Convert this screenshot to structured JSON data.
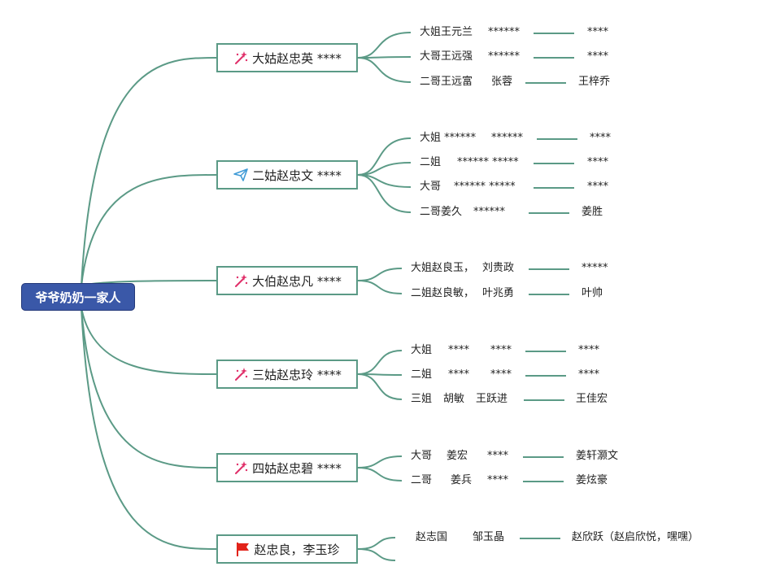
{
  "root": {
    "label": "爷爷奶奶一家人"
  },
  "branches": [
    {
      "label": "大姑赵忠英 ****",
      "icon": "magic-wand-icon",
      "leaves": [
        {
          "a": "大姐王元兰",
          "b": "******",
          "c": "****"
        },
        {
          "a": "大哥王远强",
          "b": "******",
          "c": "****"
        },
        {
          "a": "二哥王远富",
          "b": "张蓉",
          "c": "王梓乔"
        }
      ]
    },
    {
      "label": "二姑赵忠文 ****",
      "icon": "paper-plane-icon",
      "leaves": [
        {
          "a": "大姐 ******",
          "b": "******",
          "c": "****"
        },
        {
          "a": "二姐",
          "b": "****** *****",
          "c": "****"
        },
        {
          "a": "大哥",
          "b": "****** *****",
          "c": "****"
        },
        {
          "a": "二哥姜久",
          "b": "******",
          "c": "姜胜"
        }
      ]
    },
    {
      "label": "大伯赵忠凡 ****",
      "icon": "magic-wand-icon",
      "leaves": [
        {
          "a": "大姐赵良玉，",
          "b": "刘贵政",
          "c": "*****"
        },
        {
          "a": "二姐赵良敏，",
          "b": "叶兆勇",
          "c": "叶帅"
        }
      ]
    },
    {
      "label": "三姑赵忠玲 ****",
      "icon": "magic-wand-icon",
      "leaves": [
        {
          "a": "大姐",
          "b": "****",
          "b2": "****",
          "c": "****"
        },
        {
          "a": "二姐",
          "b": "****",
          "b2": "****",
          "c": "****"
        },
        {
          "a": "三姐",
          "b": "胡敏",
          "b2": "王跃进",
          "c": "王佳宏"
        }
      ]
    },
    {
      "label": "四姑赵忠碧 ****",
      "icon": "magic-wand-icon",
      "leaves": [
        {
          "a": "大哥",
          "b": "姜宏",
          "b2": "****",
          "c": "姜轩灏文"
        },
        {
          "a": "二哥",
          "b": "姜兵",
          "b2": "****",
          "c": "姜炫豪"
        }
      ]
    },
    {
      "label": "赵忠良，李玉珍",
      "icon": "red-flag-icon",
      "leaves": [
        {
          "a": "赵志国",
          "b": "邹玉晶",
          "c": "赵欣跃（赵启欣悦，嘿嘿）"
        },
        {
          "a": "",
          "b": "",
          "c": ""
        }
      ]
    }
  ],
  "colors": {
    "line": "#5b9a86",
    "root_fill": "#3a58a8",
    "wand": "#e0306a",
    "plane": "#3f9ad6",
    "flag": "#e2231a"
  }
}
